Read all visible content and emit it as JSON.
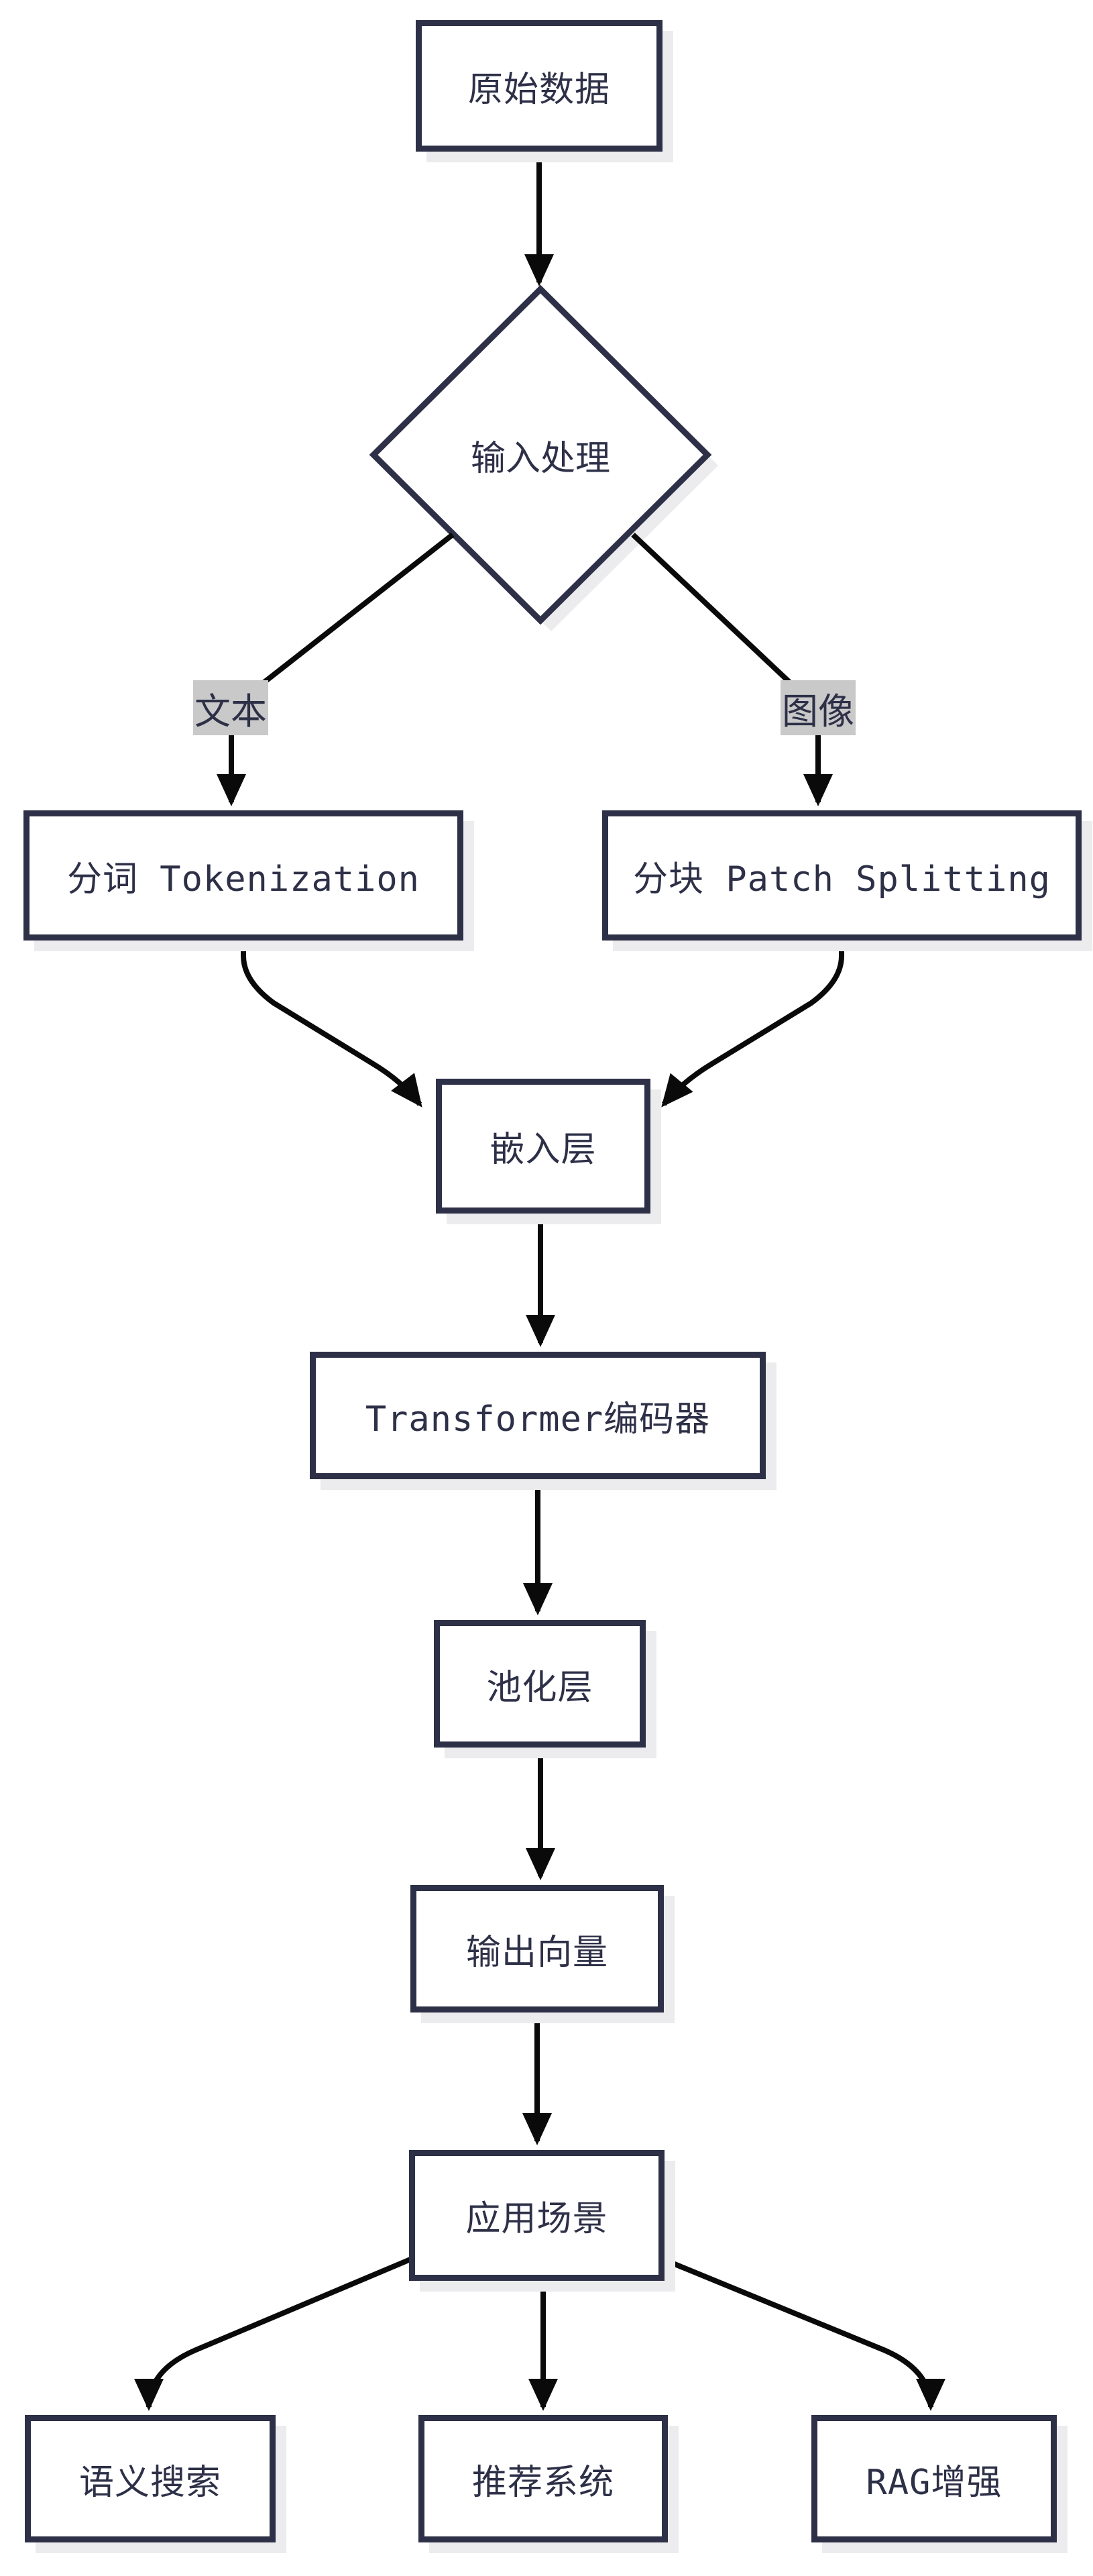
{
  "nodes": {
    "raw_data": "原始数据",
    "input_processing": "输入处理",
    "tokenization": "分词 Tokenization",
    "patch_splitting": "分块 Patch Splitting",
    "embedding_layer": "嵌入层",
    "transformer_encoder": "Transformer编码器",
    "pooling_layer": "池化层",
    "output_vector": "输出向量",
    "application_scenarios": "应用场景",
    "semantic_search": "语义搜索",
    "recommender_system": "推荐系统",
    "rag_enhancement": "RAG增强"
  },
  "edge_labels": {
    "text_branch": "文本",
    "image_branch": "图像"
  },
  "colors": {
    "node_border": "#2d3047",
    "node_text": "#2d3047",
    "edge_line": "#0a0a0a",
    "shadow": "#ececee",
    "edge_label_bg": "#c9c9c9",
    "canvas_bg": "#ffffff"
  }
}
